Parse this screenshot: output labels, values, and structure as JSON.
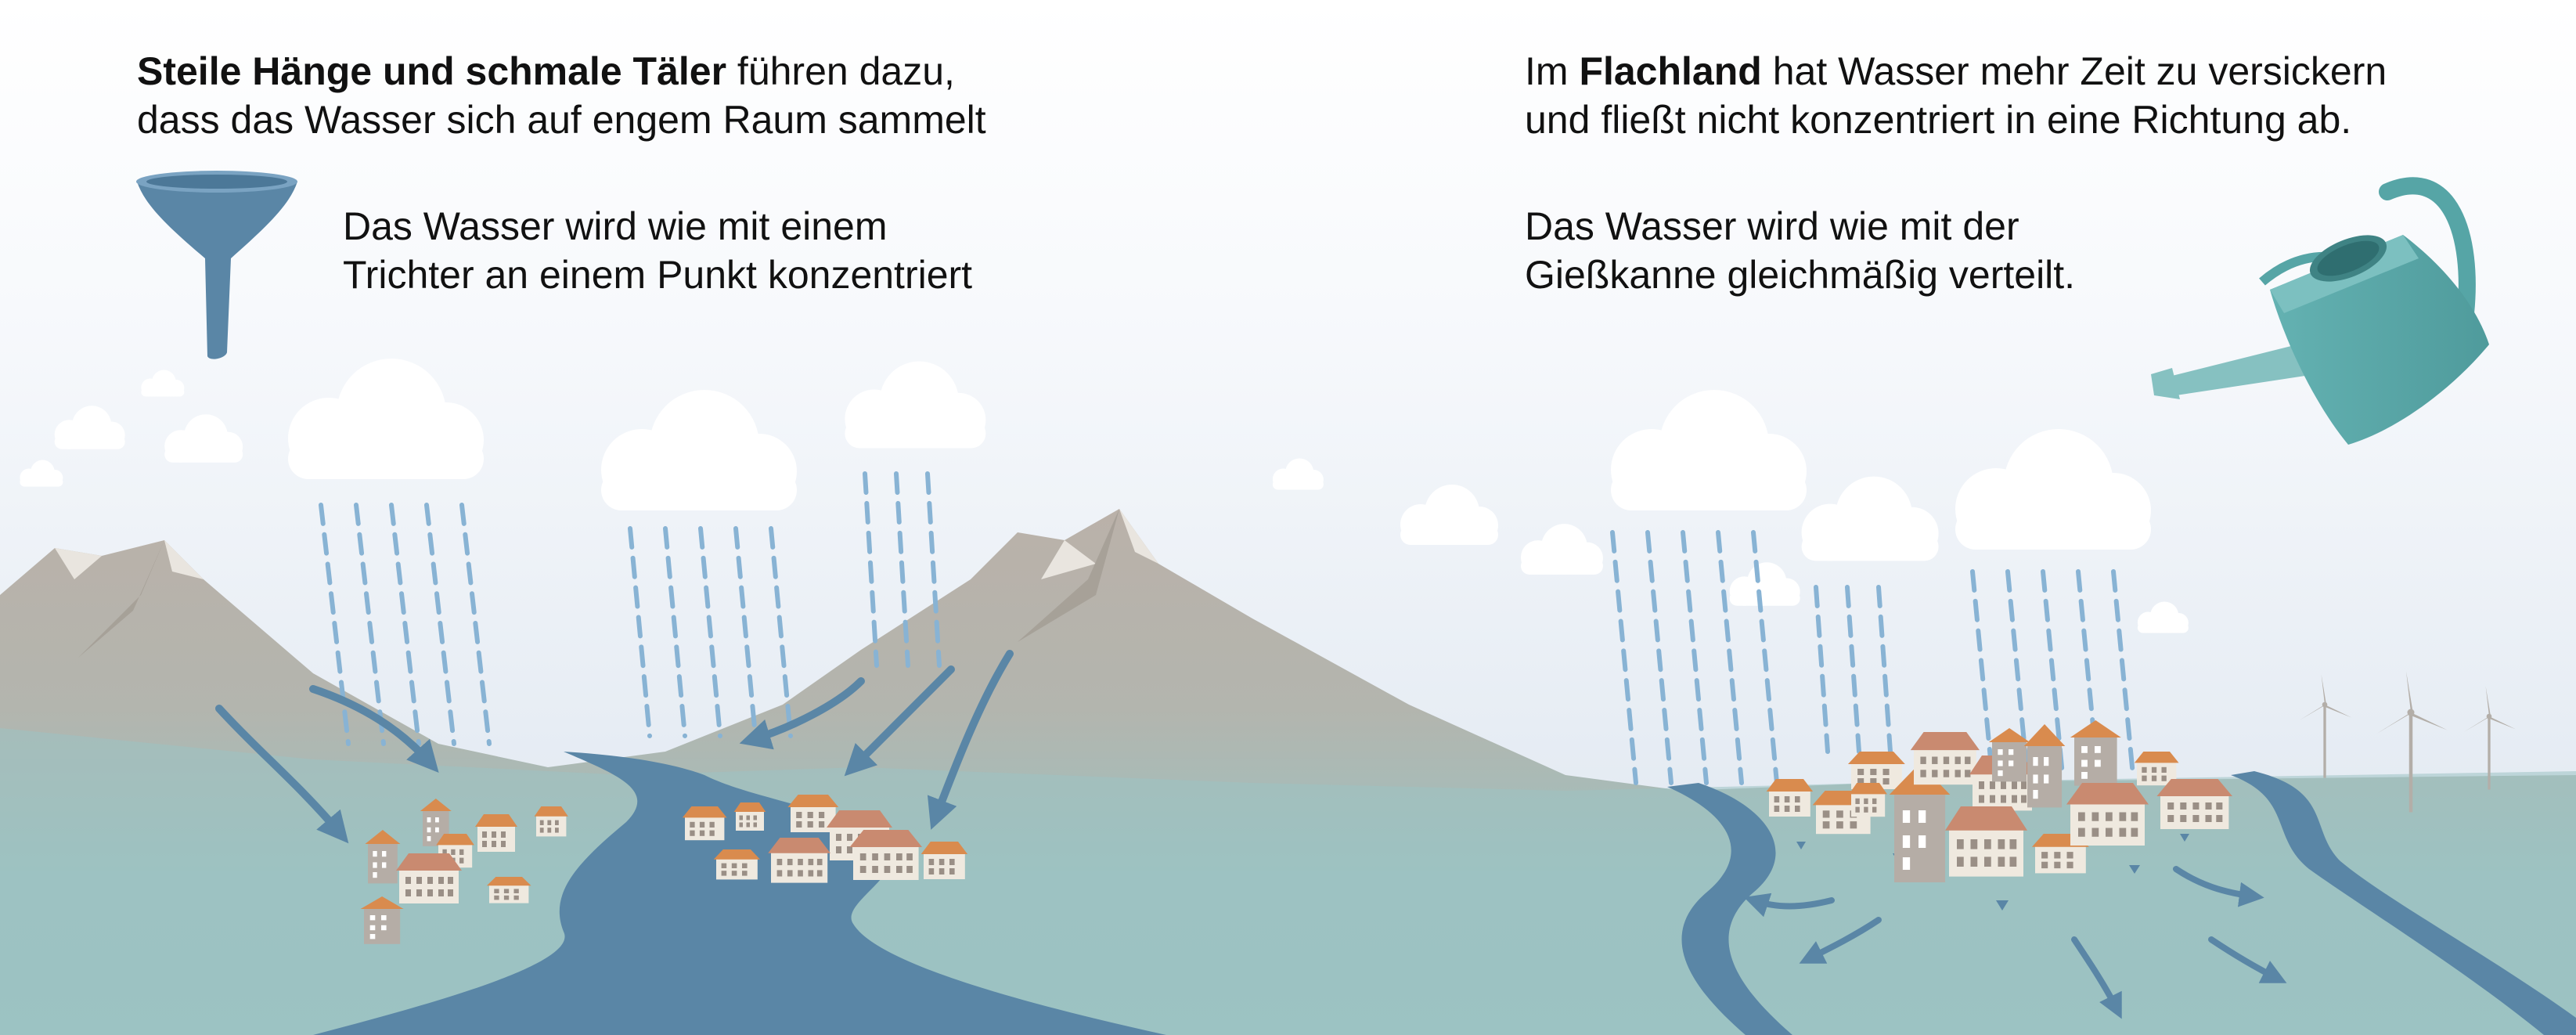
{
  "left": {
    "heading_bold": "Steile Hänge und schmale Täler",
    "heading_rest": " führen dazu,",
    "heading_line2": "dass das Wasser sich auf engem Raum sammelt",
    "body_line1": "Das Wasser wird wie mit einem",
    "body_line2": "Trichter an einem Punkt konzentriert"
  },
  "right": {
    "heading_pre": "Im ",
    "heading_bold": "Flachland",
    "heading_rest": " hat Wasser mehr Zeit zu versickern",
    "heading_line2": "und fließt nicht konzentriert in eine Richtung ab.",
    "body_line1": "Das Wasser wird wie mit der",
    "body_line2": "Gießkanne gleichmäßig verteilt."
  },
  "icons": {
    "left": "funnel-icon",
    "right": "watering-can-icon"
  },
  "colors": {
    "sky_top": "#ffffff",
    "sky_bottom": "#dde6f0",
    "ground": "#9cc3c3",
    "mountain": "#b8b0a8",
    "river": "#5a86a6",
    "rain": "#88b3d4",
    "funnel": "#5a86a6",
    "watering_can": "#56a5a6",
    "roof": "#d98b4e",
    "building": "#b9b1aa"
  }
}
